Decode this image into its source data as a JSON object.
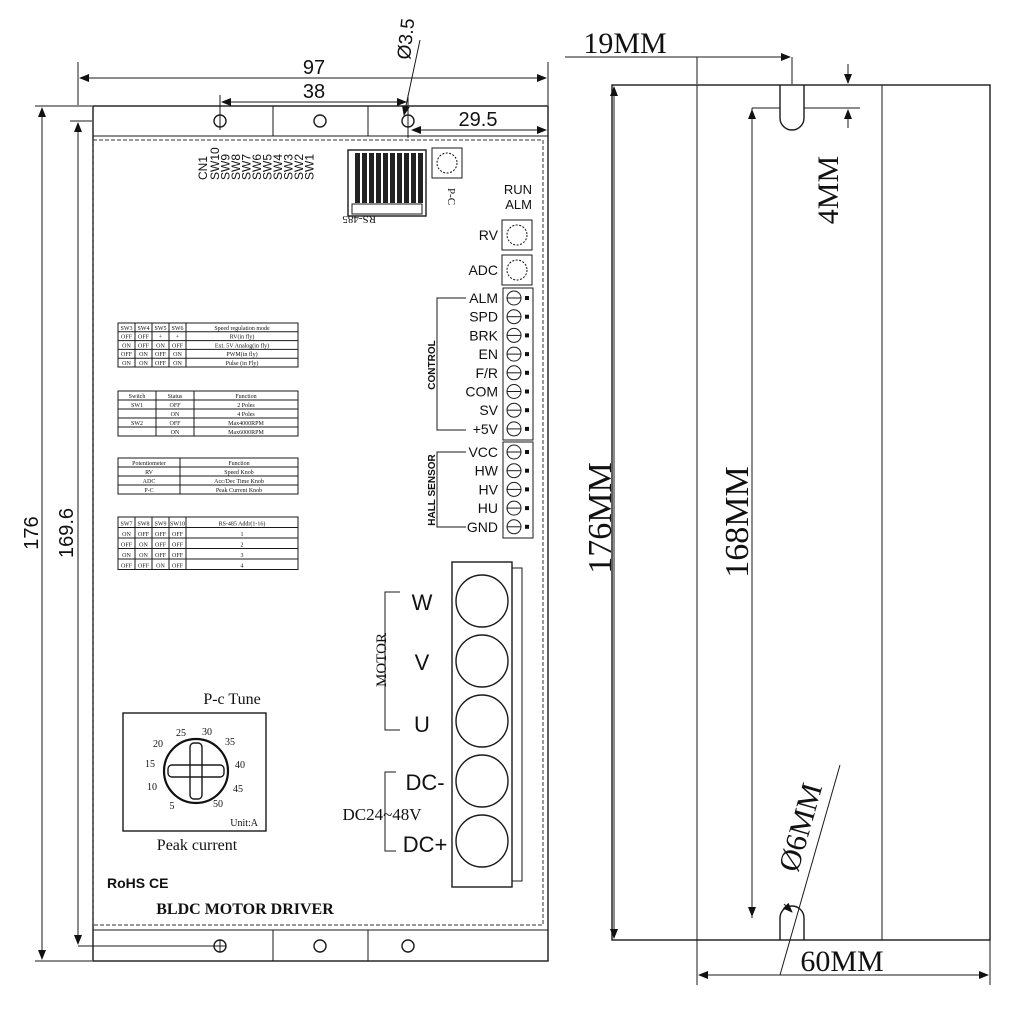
{
  "front": {
    "dims": {
      "width_total": "97",
      "hole_spacing": "38",
      "hole_dia": "Ø3.5",
      "edge_offset": "29.5",
      "height_total": "176",
      "height_inner": "169.6"
    },
    "top_labels": {
      "cn1": "CN1",
      "switches": [
        "SW10",
        "SW9",
        "SW8",
        "SW7",
        "SW6",
        "SW5",
        "SW4",
        "SW3",
        "SW2",
        "SW1"
      ],
      "rs485": "RS-485",
      "pc": "P-C"
    },
    "leds": [
      "RUN",
      "ALM"
    ],
    "pots": [
      "RV",
      "ADC"
    ],
    "control_group": "CONTROL",
    "control_terminals": [
      "ALM",
      "SPD",
      "BRK",
      "EN",
      "F/R",
      "COM",
      "SV",
      "+5V"
    ],
    "hall_group": "HALL SENSOR",
    "hall_terminals": [
      "VCC",
      "HW",
      "HV",
      "HU",
      "GND"
    ],
    "motor_group": "MOTOR",
    "motor_terminals": [
      "W",
      "V",
      "U"
    ],
    "power_label": "DC24~48V",
    "power_terminals": [
      "DC-",
      "DC+"
    ],
    "tune": {
      "title": "P-c Tune",
      "caption": "Peak current",
      "unit": "Unit:A",
      "scale": [
        "25",
        "30",
        "35",
        "20",
        "40",
        "15",
        "45",
        "10",
        "5",
        "50"
      ]
    },
    "marks": "RoHS CE",
    "product_name": "BLDC  MOTOR  DRIVER",
    "table1": {
      "header": [
        "SW3",
        "SW4",
        "SW5",
        "SW6",
        "Speed regulation mode"
      ],
      "rows": [
        [
          "OFF",
          "OFF",
          "+",
          "+",
          "RV(in fly)"
        ],
        [
          "ON",
          "OFF",
          "ON",
          "OFF",
          "Ext. 5V Analog(in fly)"
        ],
        [
          "OFF",
          "ON",
          "OFF",
          "ON",
          "PWM(in fly)"
        ],
        [
          "ON",
          "ON",
          "OFF",
          "ON",
          "Pulse (in Fly)"
        ]
      ]
    },
    "table2": {
      "header": [
        "Switch",
        "Status",
        "Function"
      ],
      "rows": [
        [
          "SW1",
          "OFF",
          "2 Poles"
        ],
        [
          "",
          "ON",
          "4 Poles"
        ],
        [
          "SW2",
          "OFF",
          "Max4000RPM"
        ],
        [
          "",
          "ON",
          "Max6000RPM"
        ]
      ]
    },
    "table3": {
      "header": [
        "Potentiometer",
        "Function"
      ],
      "rows": [
        [
          "RV",
          "Speed Knob"
        ],
        [
          "ADC",
          "Acc/Dec Time Knob"
        ],
        [
          "P-C",
          "Peak Current Knob"
        ]
      ]
    },
    "table4": {
      "header": [
        "SW7",
        "SW8",
        "SW9",
        "SW10",
        "RS-485 Addr(1-16)"
      ],
      "rows": [
        [
          "ON",
          "OFF",
          "OFF",
          "OFF",
          "1"
        ],
        [
          "OFF",
          "ON",
          "OFF",
          "OFF",
          "2"
        ],
        [
          "ON",
          "ON",
          "OFF",
          "OFF",
          "3"
        ],
        [
          "OFF",
          "OFF",
          "ON",
          "OFF",
          "4"
        ]
      ]
    }
  },
  "side": {
    "dims": {
      "top_offset": "19MM",
      "slot": "4MM",
      "height_total": "176MM",
      "height_inner": "168MM",
      "hole": "Ø6MM",
      "width": "60MM"
    }
  }
}
